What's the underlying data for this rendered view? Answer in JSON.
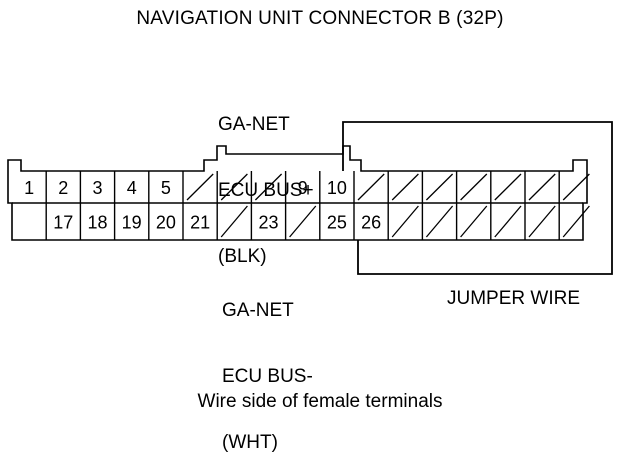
{
  "title": "NAVIGATION UNIT CONNECTOR B (32P)",
  "labels": {
    "bus_plus": [
      "GA-NET",
      "ECU BUS+",
      "(BLK)"
    ],
    "bus_minus": [
      "GA-NET",
      "ECU BUS-",
      "(WHT)"
    ],
    "jumper": "JUMPER WIRE"
  },
  "caption": "Wire side of female terminals",
  "connector": {
    "top_row": [
      "1",
      "2",
      "3",
      "4",
      "5",
      "",
      "",
      "",
      "9",
      "10",
      "",
      "",
      "",
      "",
      "",
      "",
      ""
    ],
    "bottom_row": [
      "",
      "17",
      "18",
      "19",
      "20",
      "21",
      "",
      "23",
      "",
      "25",
      "26",
      "",
      "",
      "",
      "",
      "",
      ""
    ]
  }
}
